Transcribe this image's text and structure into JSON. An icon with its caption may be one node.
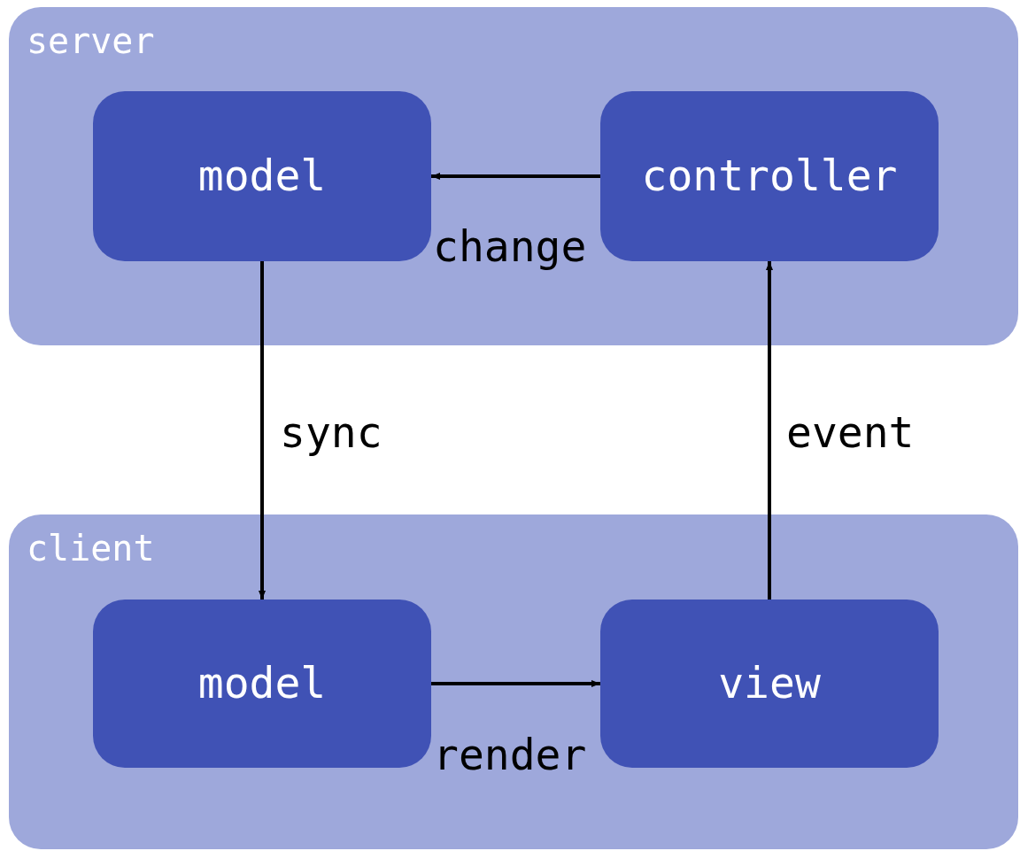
{
  "diagram": {
    "nodes": [
      {
        "text": [
          "server"
        ]
      },
      {
        "text": [
          "model"
        ],
        "in": 0
      },
      {
        "text": [
          "controller"
        ],
        "in": 0
      },
      {
        "text": [
          "client"
        ]
      },
      {
        "text": [
          "model"
        ],
        "in": 3
      },
      {
        "text": [
          "view"
        ],
        "in": 3
      }
    ],
    "edges": [
      {
        "from": 2,
        "to": 1,
        "arrow": "to",
        "label": "change"
      },
      {
        "from": 1,
        "to": 4,
        "arrow": "to",
        "label": "sync"
      },
      {
        "from": 4,
        "to": 5,
        "arrow": "to",
        "label": "render"
      },
      {
        "from": 5,
        "to": 2,
        "arrow": "to",
        "label": "event"
      }
    ]
  }
}
